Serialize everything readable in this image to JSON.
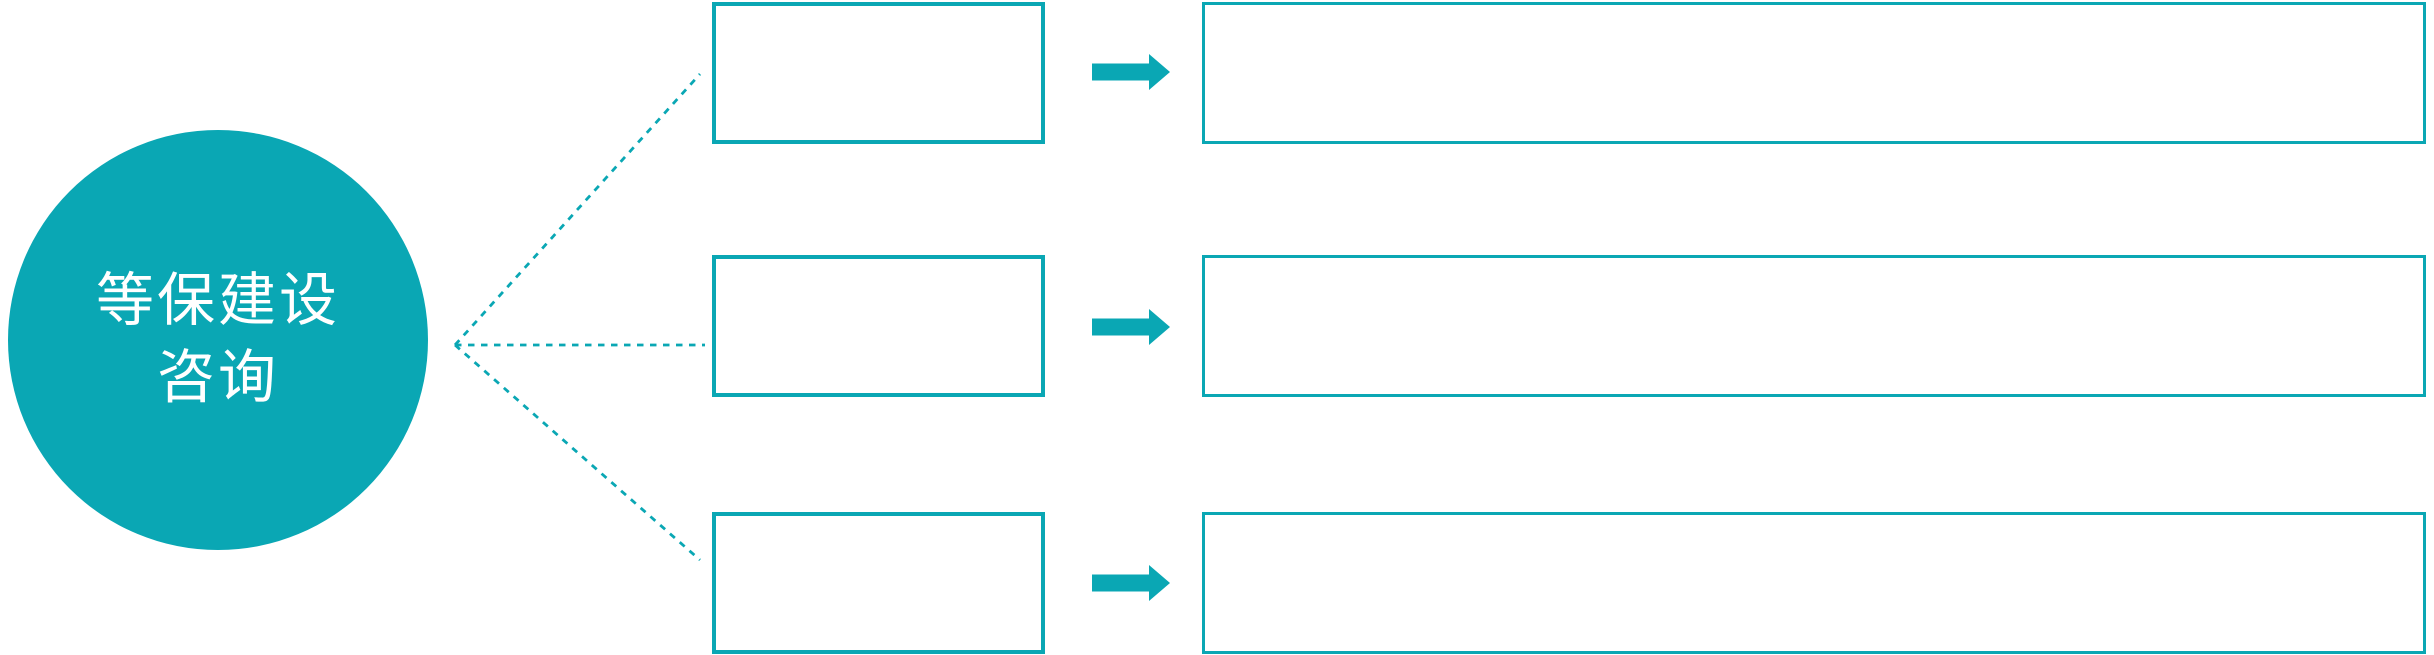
{
  "colors": {
    "accent": "#0AA7B4",
    "circle_text": "#FFFFFF",
    "background": "#FFFFFF"
  },
  "circle": {
    "label_line1": "等保建设",
    "label_line2": "咨询"
  },
  "rows": [
    {
      "stage_label": "",
      "detail_label": ""
    },
    {
      "stage_label": "",
      "detail_label": ""
    },
    {
      "stage_label": "",
      "detail_label": ""
    }
  ],
  "icons": {
    "arrow": "arrow-right-icon",
    "connector": "dotted-connector-line"
  }
}
